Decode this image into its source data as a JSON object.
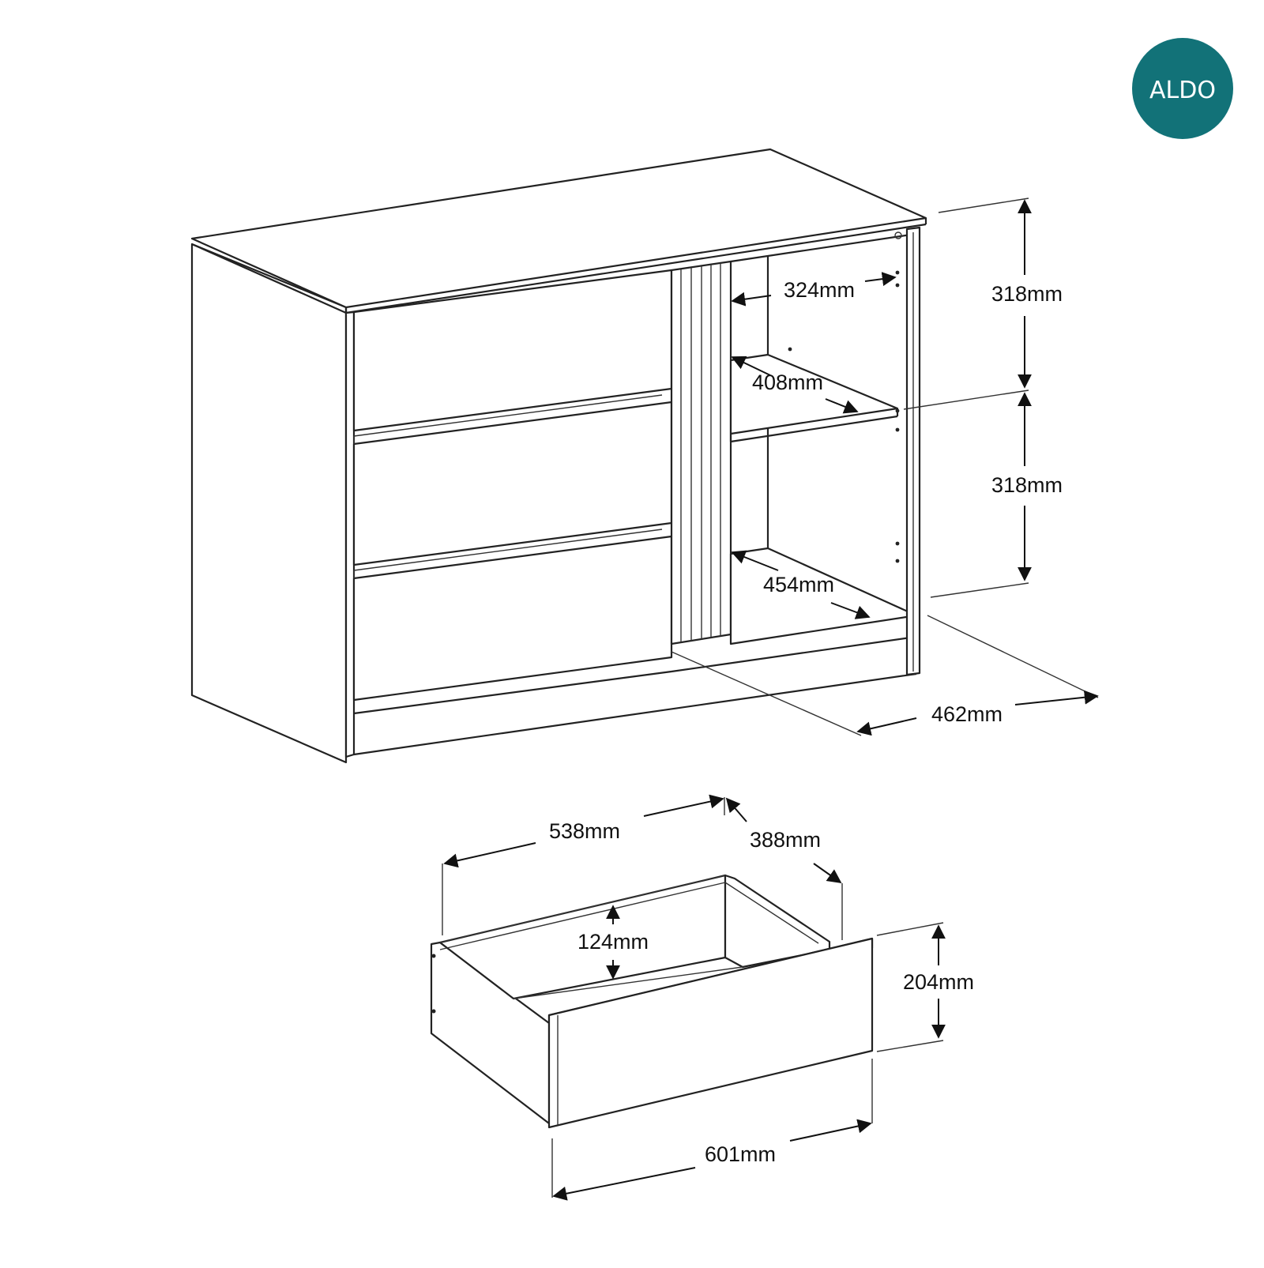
{
  "brand": {
    "name": "ALDO",
    "color": "#127278"
  },
  "cabinet": {
    "shelf_height_top": "318mm",
    "shelf_height_bottom": "318mm",
    "inner_width": "324mm",
    "shelf_depth": "408mm",
    "bottom_depth": "454mm",
    "cabinet_depth": "462mm"
  },
  "drawer": {
    "inner_length": "538mm",
    "depth": "388mm",
    "inner_height": "124mm",
    "front_height": "204mm",
    "front_width": "601mm"
  }
}
